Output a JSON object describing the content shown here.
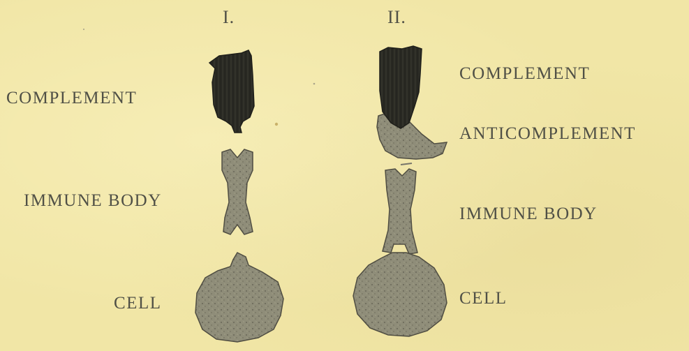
{
  "columns": {
    "one": {
      "numeral": "I."
    },
    "two": {
      "numeral": "II."
    }
  },
  "labels": {
    "col1": {
      "complement": "COMPLEMENT",
      "immune_body": "IMMUNE  BODY",
      "cell": "CELL"
    },
    "col2": {
      "complement": "COMPLEMENT",
      "anticomplement": "ANTICOMPLEMENT",
      "immune_body": "IMMUNE  BODY",
      "cell": "CELL"
    }
  },
  "colors": {
    "paper": "#f1e6a6",
    "ink_dark": "#2b2b26",
    "ink_mid": "#8a8a78",
    "ink_light": "#b7b29a",
    "text": "#505046"
  }
}
